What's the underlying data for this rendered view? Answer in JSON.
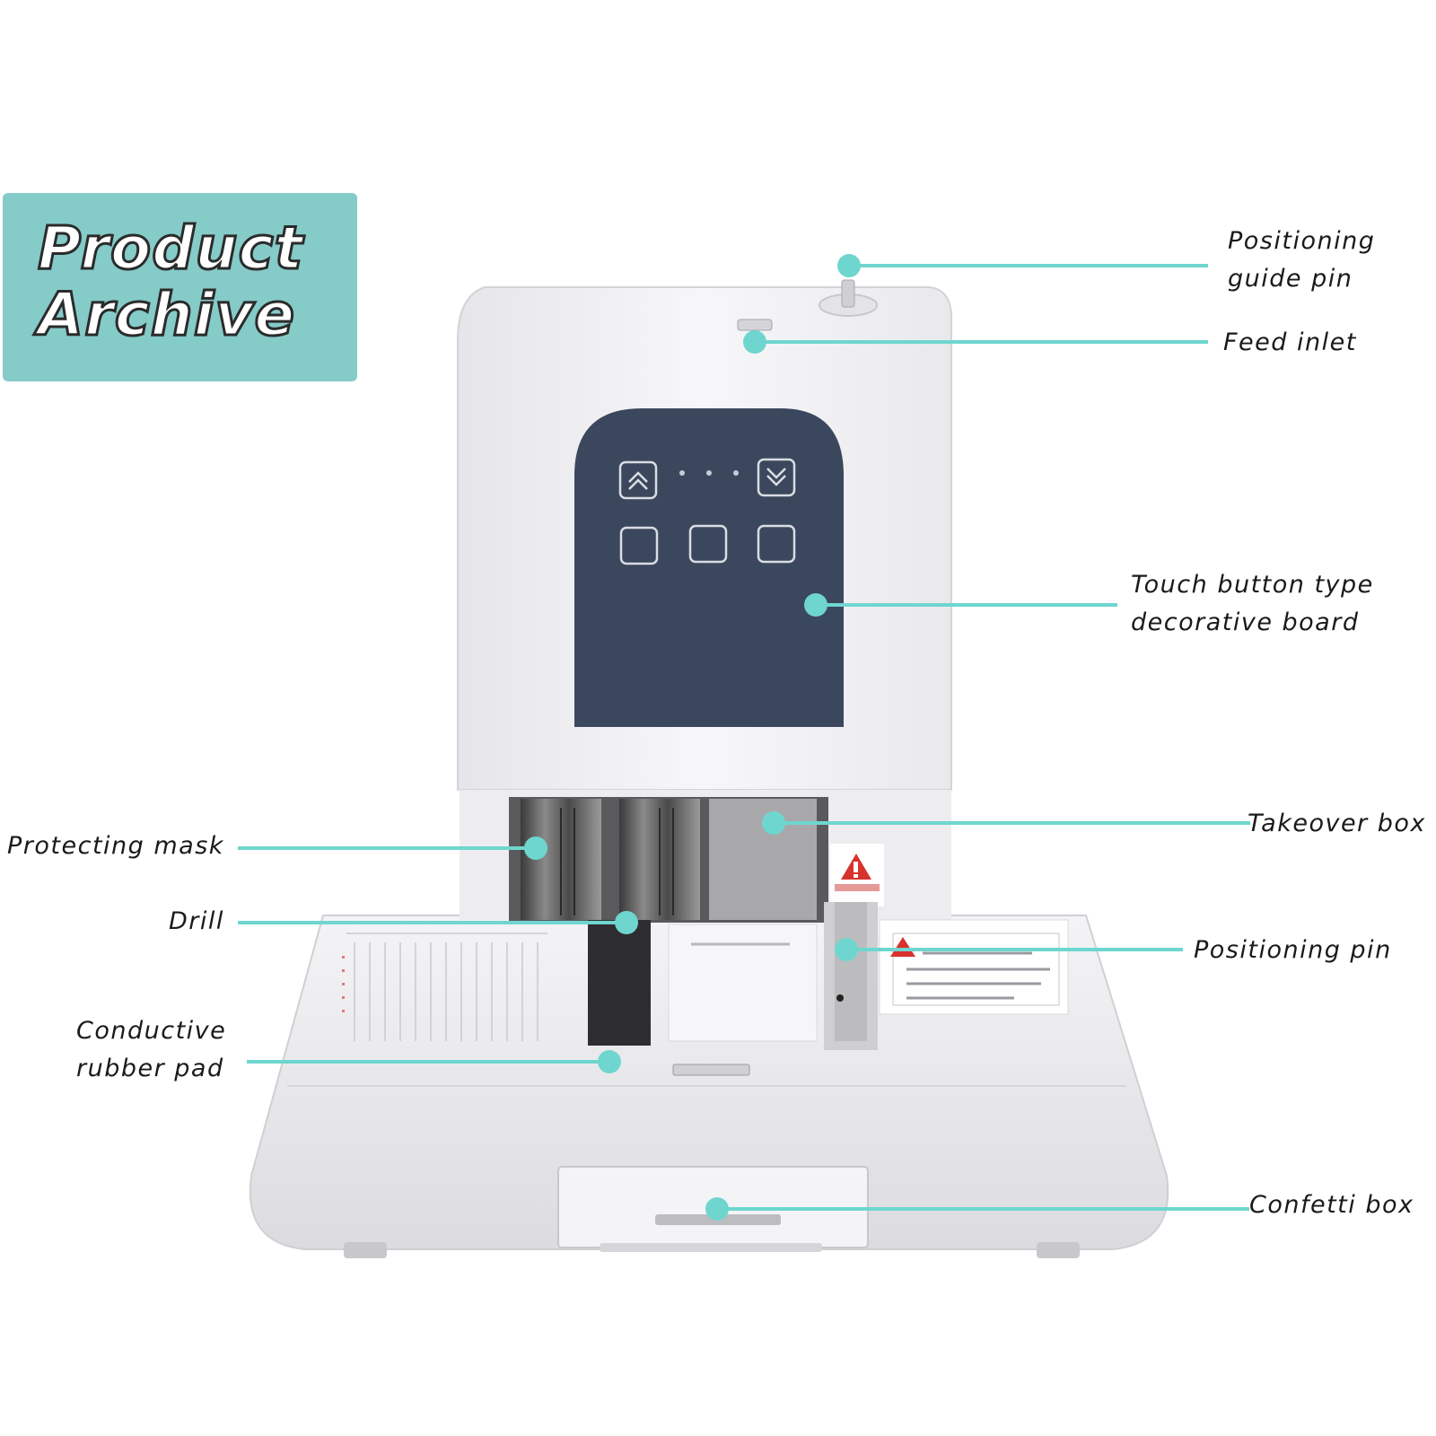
{
  "title": {
    "line1": "Product",
    "line2": "Archive"
  },
  "callouts": [
    {
      "id": "positioning-guide-pin",
      "lines": [
        "Positioning",
        "guide pin"
      ]
    },
    {
      "id": "feed-inlet",
      "lines": [
        "Feed inlet"
      ]
    },
    {
      "id": "touch-button-type-decorative-board",
      "lines": [
        "Touch button type",
        "decorative board"
      ]
    },
    {
      "id": "takeover-box",
      "lines": [
        "Takeover box"
      ]
    },
    {
      "id": "protecting-mask",
      "lines": [
        "Protecting mask"
      ]
    },
    {
      "id": "drill",
      "lines": [
        "Drill"
      ]
    },
    {
      "id": "positioning-pin",
      "lines": [
        "Positioning pin"
      ]
    },
    {
      "id": "conductive-rubber-pad",
      "lines": [
        "Conductive",
        "rubber pad"
      ]
    },
    {
      "id": "confetti-box",
      "lines": [
        "Confetti box"
      ]
    }
  ],
  "colors": {
    "accent": "#6ed6cf",
    "title_bg": "#85cbc8",
    "panel": "#3b475c",
    "body": "#f1f1f3",
    "warning": "#d8322d"
  }
}
